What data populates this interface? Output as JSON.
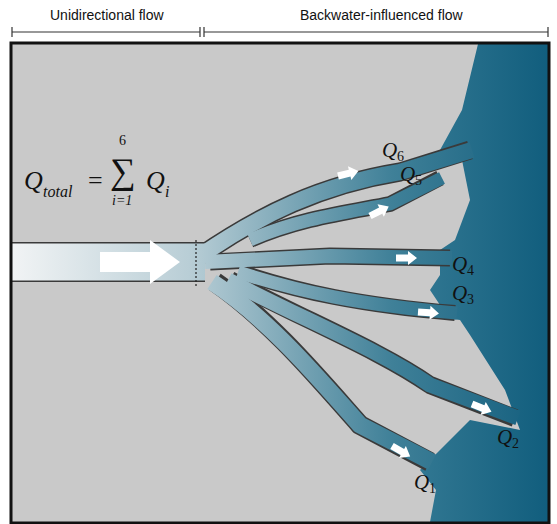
{
  "diagram": {
    "labels": [
      "Unidirectional flow",
      "Backwater-influenced flow",
      "Q",
      "total",
      "=",
      "6",
      "∑",
      "i=1",
      "Q",
      "i",
      "Q",
      "6",
      "Q",
      "5",
      "Q",
      "4",
      "Q",
      "3",
      "Q",
      "2",
      "Q",
      "1"
    ]
  }
}
